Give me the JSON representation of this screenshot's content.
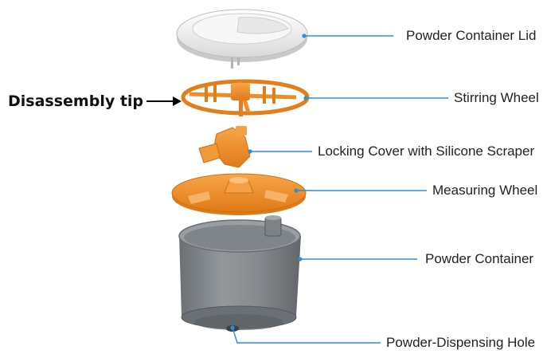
{
  "tip": {
    "text": "Disassembly tip",
    "arrow_icon": "arrow-right-icon"
  },
  "parts": [
    {
      "id": "lid",
      "label": "Powder Container Lid"
    },
    {
      "id": "stirring",
      "label": "Stirring Wheel"
    },
    {
      "id": "locking",
      "label": "Locking Cover with Silicone Scraper"
    },
    {
      "id": "measuring",
      "label": "Measuring Wheel"
    },
    {
      "id": "container",
      "label": "Powder Container"
    },
    {
      "id": "hole",
      "label": "Powder-Dispensing Hole"
    }
  ],
  "colors": {
    "leader_line": "#2f8fd6",
    "orange_part": "#f08c28",
    "container_body": "#6e7378",
    "lid": "#f2f2f2",
    "tip_arrow": "#000000"
  }
}
